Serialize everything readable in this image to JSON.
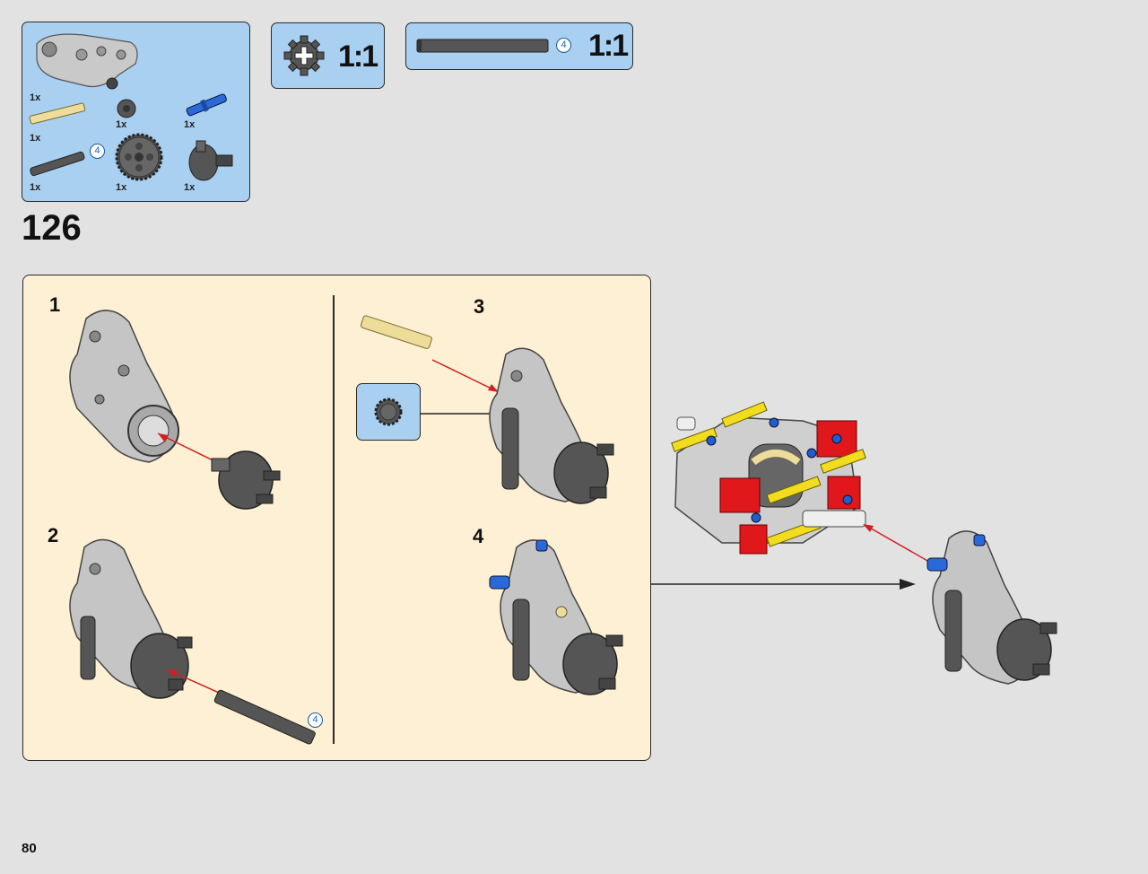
{
  "parts_list": {
    "items": [
      {
        "name": "steering-knuckle-part",
        "qty": "1x"
      },
      {
        "name": "small-gear-part",
        "qty": "1x"
      },
      {
        "name": "blue-axle-pin-part",
        "qty": "1x"
      },
      {
        "name": "tan-axle-part",
        "qty": "1x"
      },
      {
        "name": "gray-axle-part",
        "qty": "1x",
        "length": "4"
      },
      {
        "name": "24-tooth-gear-part",
        "qty": "1x"
      },
      {
        "name": "hub-part",
        "qty": "1x"
      }
    ]
  },
  "callout_gear": {
    "ratio": "1:1"
  },
  "callout_axle": {
    "ratio": "1:1",
    "length": "4"
  },
  "step": {
    "number": "126"
  },
  "substeps": [
    {
      "number": "1"
    },
    {
      "number": "2",
      "axle_length": "4"
    },
    {
      "number": "3"
    },
    {
      "number": "4"
    }
  ],
  "page": {
    "number": "80"
  },
  "colors": {
    "background": "#e2e2e2",
    "callout_blue": "#a9cff1",
    "panel_cream": "#fdf0d4",
    "arrow_red": "#d02020",
    "part_gray": "#bdbdbd",
    "part_dark": "#4a4a4a",
    "part_red": "#e0181c",
    "part_yellow": "#f2dc1e",
    "part_blue": "#1e5ecf"
  }
}
